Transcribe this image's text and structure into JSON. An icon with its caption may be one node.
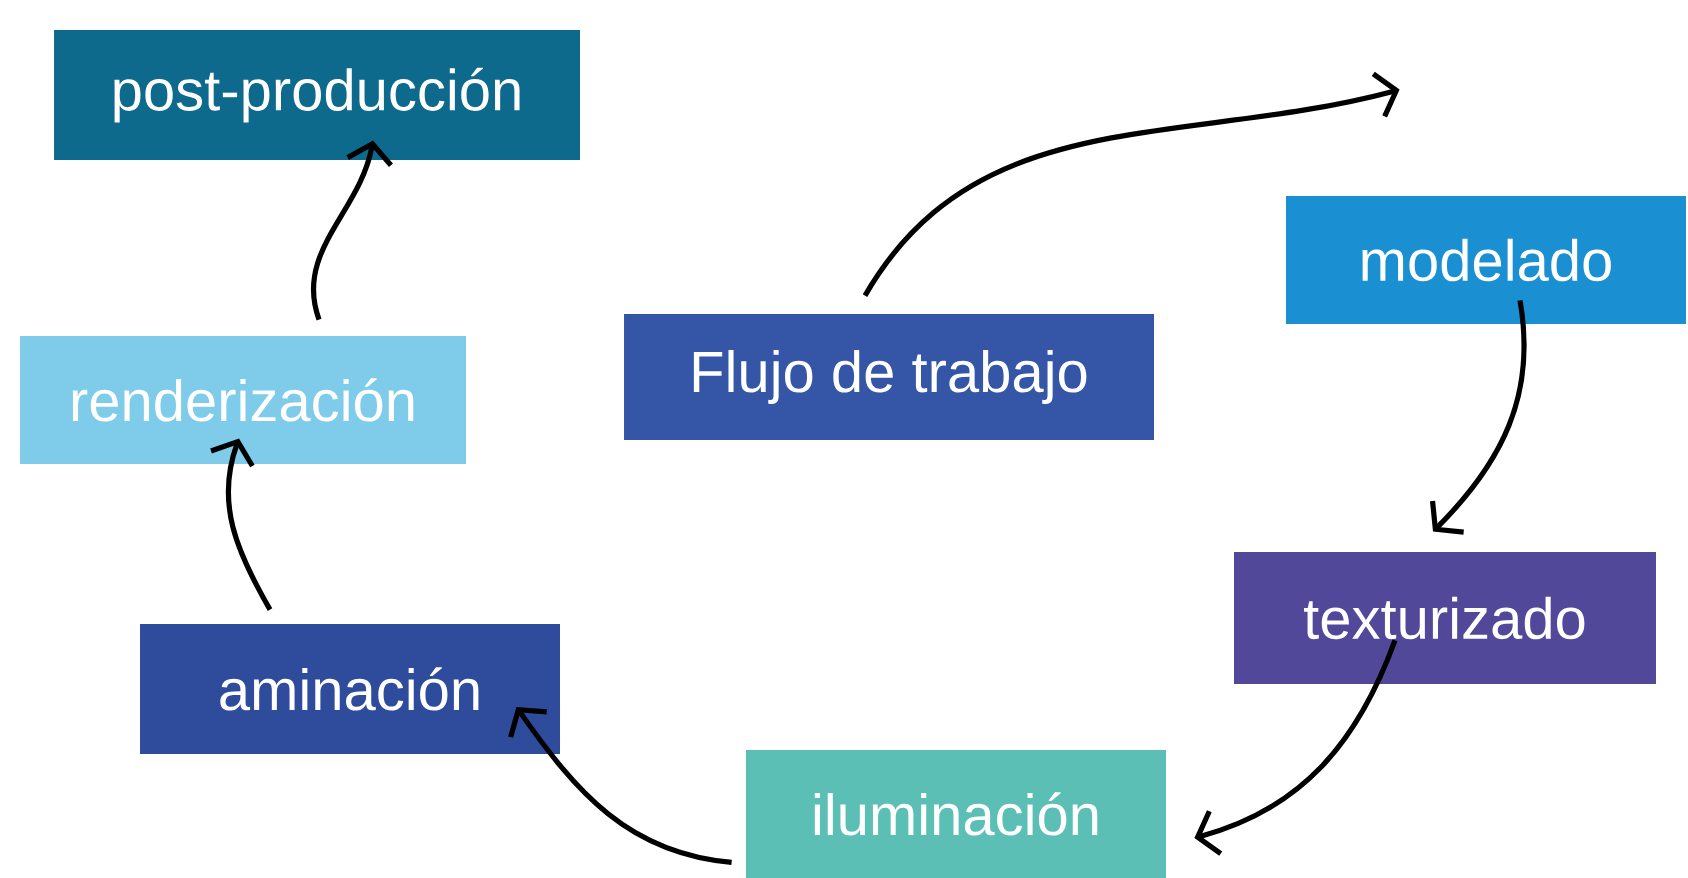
{
  "diagram": {
    "nodes": [
      {
        "text": [
          "post-producción"
        ]
      },
      {
        "text": [
          "renderización"
        ]
      },
      {
        "text": [
          "aminación"
        ]
      },
      {
        "text": [
          "iluminación"
        ]
      },
      {
        "text": [
          "texturizado"
        ]
      },
      {
        "text": [
          "modelado"
        ]
      },
      {
        "text": [
          "Flujo de trabajo"
        ]
      }
    ],
    "edges": [
      {
        "from": 6,
        "to": 5,
        "arrow": "to"
      },
      {
        "from": 5,
        "to": 4,
        "arrow": "to"
      },
      {
        "from": 4,
        "to": 3,
        "arrow": "to"
      },
      {
        "from": 3,
        "to": 2,
        "arrow": "to"
      },
      {
        "from": 2,
        "to": 1,
        "arrow": "to"
      },
      {
        "from": 1,
        "to": 0,
        "arrow": "to"
      }
    ]
  }
}
